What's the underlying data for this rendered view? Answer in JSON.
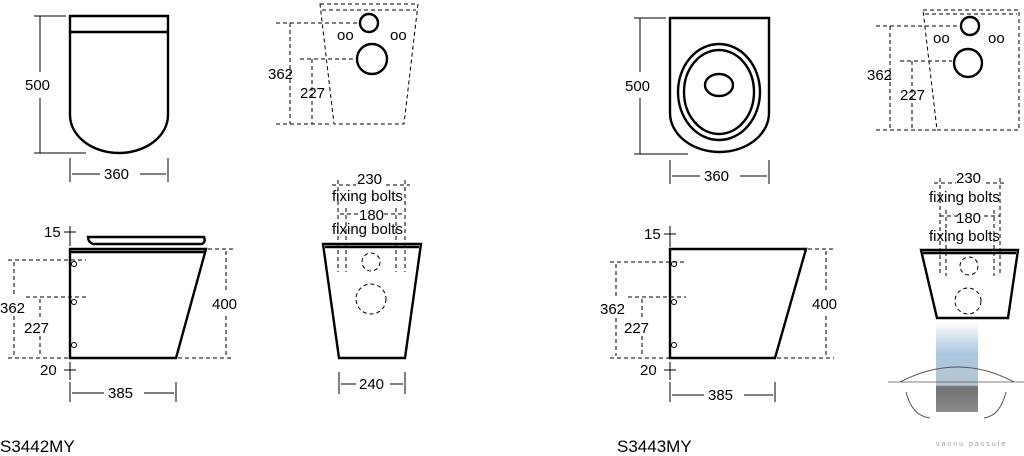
{
  "left": {
    "model_code": "S3442MY",
    "top_view": {
      "height": "500",
      "width": "360"
    },
    "rear_view": {
      "outlet_height": "362",
      "inlet_height": "227"
    },
    "side_view": {
      "seat_offset": "15",
      "outlet_height": "362",
      "inlet_height": "227",
      "bottom_offset": "20",
      "total_height": "400",
      "depth": "385"
    },
    "front_view": {
      "bolts_outer": "230",
      "bolts_outer_label": "fixing bolts",
      "bolts_inner": "180",
      "bolts_inner_label": "fixing bolts",
      "base_width": "240"
    }
  },
  "right": {
    "model_code": "S3443MY",
    "top_view": {
      "height": "500",
      "width": "360"
    },
    "rear_view": {
      "outlet_height": "362",
      "inlet_height": "227"
    },
    "side_view": {
      "seat_offset": "15",
      "outlet_height": "362",
      "inlet_height": "227",
      "bottom_offset": "20",
      "total_height": "400",
      "depth": "385"
    },
    "front_view": {
      "bolts_outer": "230",
      "bolts_outer_label": "fixing bolts",
      "bolts_inner": "180",
      "bolts_inner_label": "fixing bolts"
    }
  },
  "watermark_text": "vannu passule",
  "colors": {
    "line": "#000000",
    "watermark_blue": "#a8c8e0",
    "watermark_gray": "#808080"
  }
}
